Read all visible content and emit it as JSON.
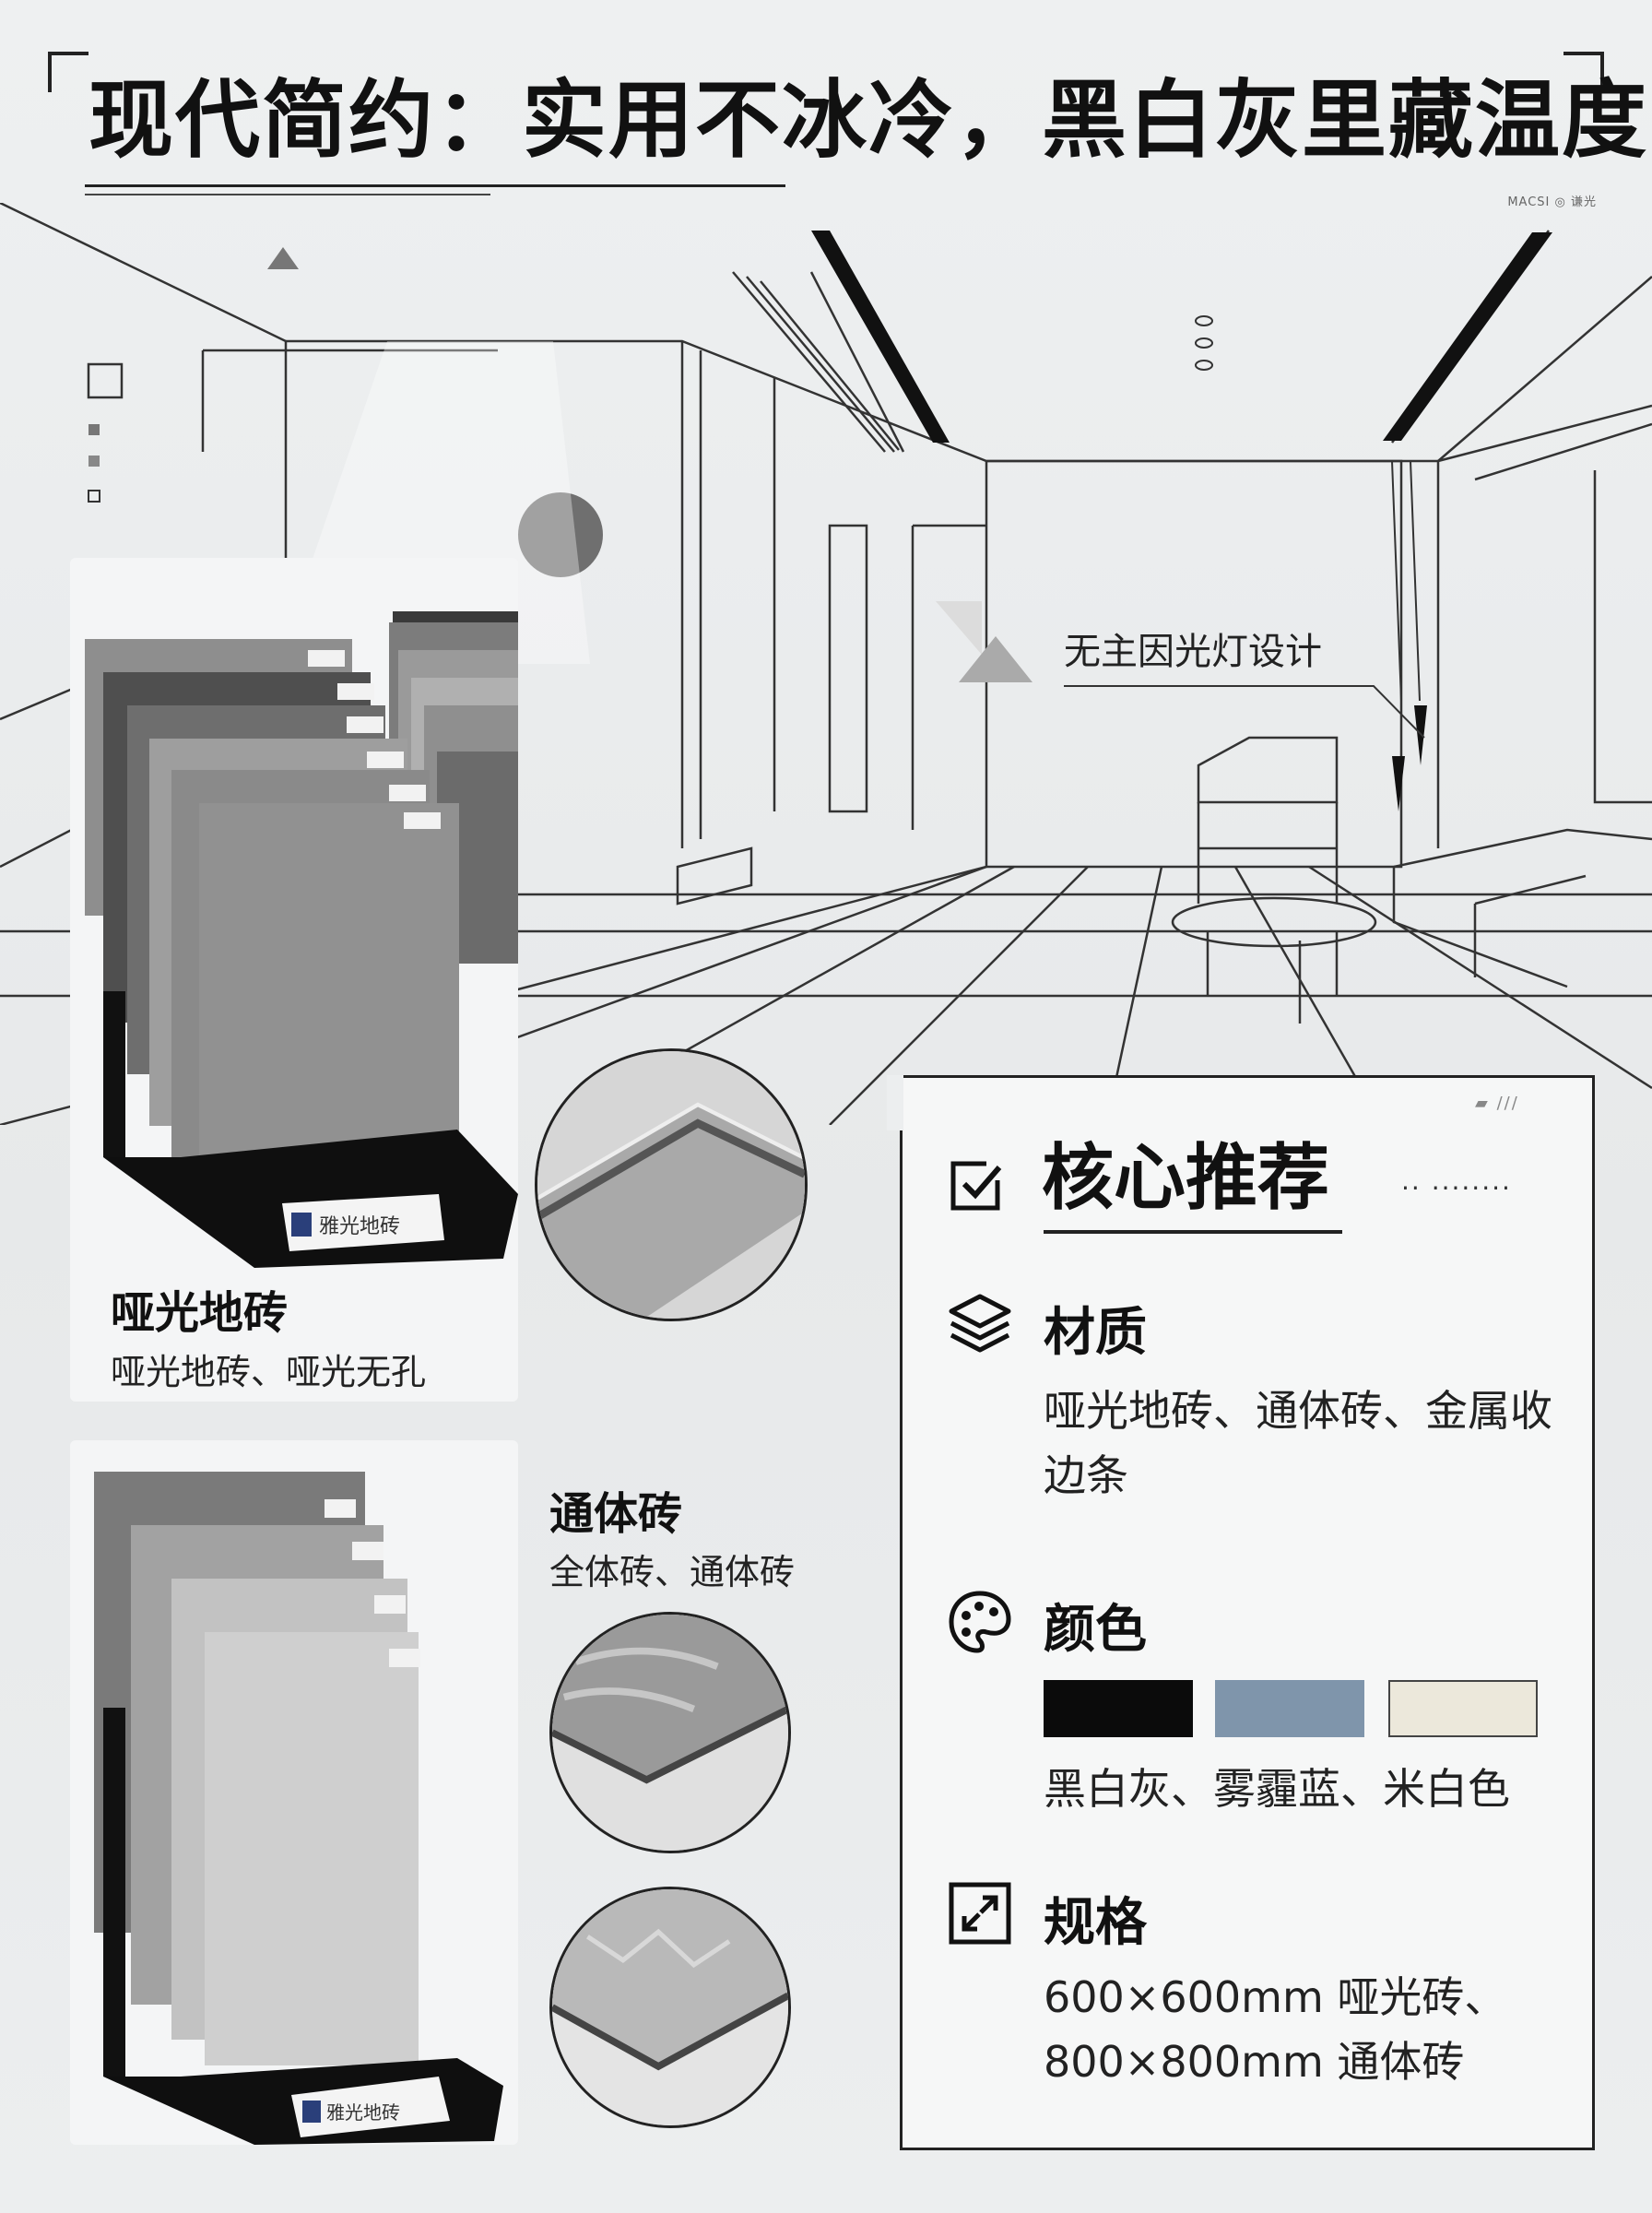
{
  "header": {
    "title": "现代简约：实用不冰冷，黑白灰里藏温度",
    "mark": "MACSI ◎ 谦光"
  },
  "scene": {
    "annotation": "无主因光灯设计"
  },
  "products": [
    {
      "title": "哑光地砖",
      "subtitle": "哑光地砖、哑光无孔",
      "brand": "雅光地砖"
    },
    {
      "title": "通体砖",
      "subtitle": "全体砖、通体砖",
      "brand": "雅光地砖"
    }
  ],
  "core": {
    "title": "核心推荐",
    "tag": "▰ ///",
    "dots": "·· ········",
    "material": {
      "title": "材质",
      "text": "哑光地砖、通体砖、金属收边条"
    },
    "color": {
      "title": "颜色",
      "text": "黑白灰、雾霾蓝、米白色",
      "swatches": {
        "black": "#0b0b0b",
        "haze_blue": "#7f95ab",
        "off_white": "#ece8db"
      }
    },
    "spec": {
      "title": "规格",
      "text": "600×600mm 哑光砖、800×800mm 通体砖"
    }
  }
}
